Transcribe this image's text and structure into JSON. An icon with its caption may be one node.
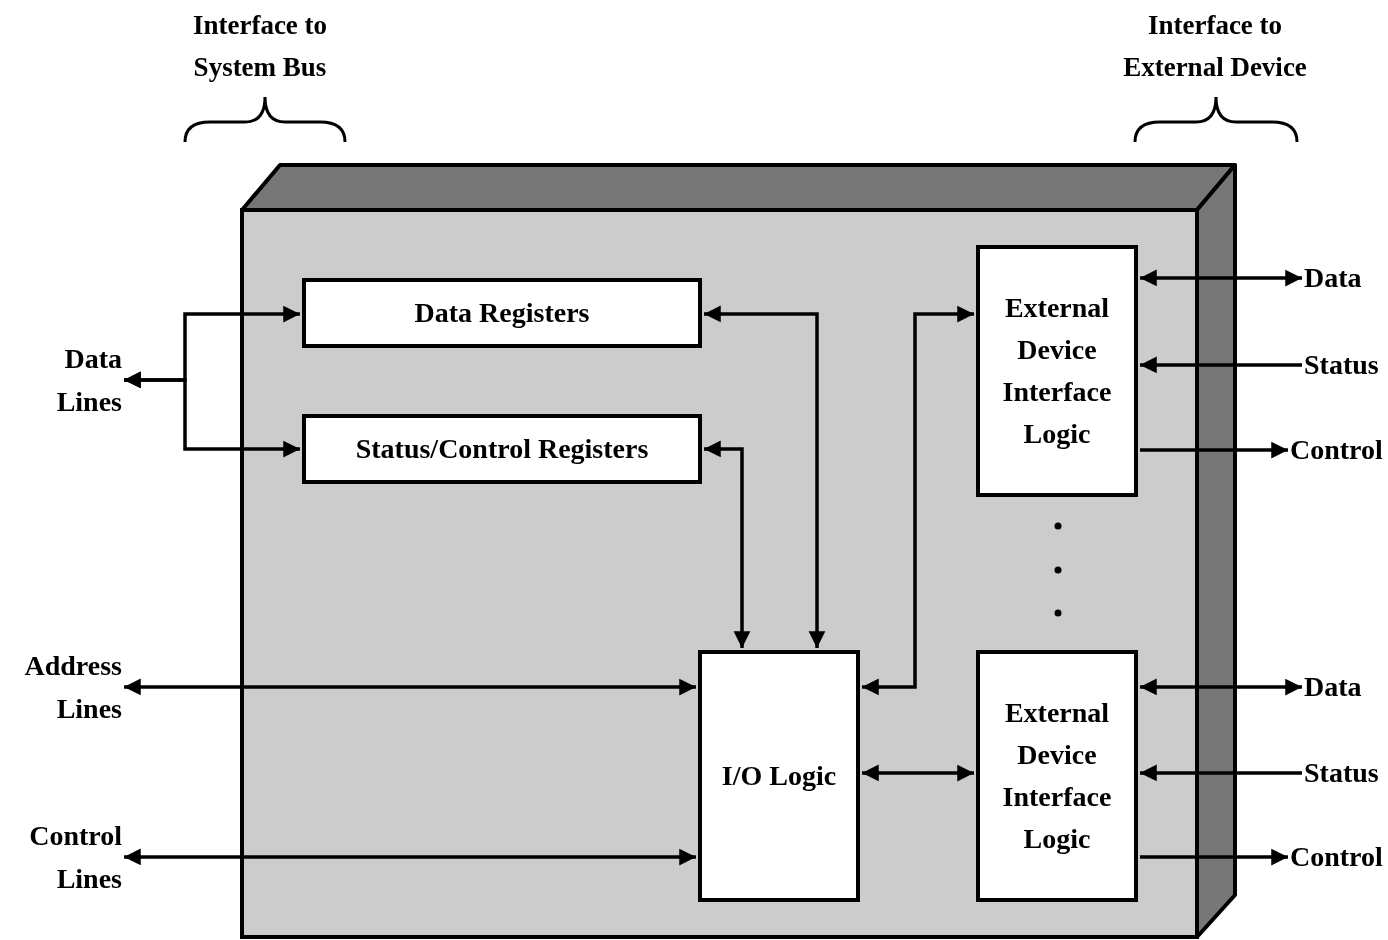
{
  "diagram": {
    "nodes": [
      {
        "text": [],
        "shape": "box"
      },
      {
        "text": [
          "Data Registers"
        ],
        "in": 0
      },
      {
        "text": [
          "Status/Control Registers"
        ],
        "in": 0
      },
      {
        "text": [
          "I/O Logic"
        ],
        "in": 0
      },
      {
        "text": [
          "External Device Interface Logic"
        ],
        "in": 0
      },
      {
        "text": [
          "External Device Interface Logic"
        ],
        "in": 0
      },
      {
        "text": [
          "Data Lines"
        ]
      },
      {
        "text": [
          "Address Lines"
        ]
      },
      {
        "text": [
          "Control Lines"
        ]
      },
      {
        "text": [
          "Data"
        ]
      },
      {
        "text": [
          "Status"
        ]
      },
      {
        "text": [
          "Control"
        ]
      },
      {
        "text": [
          "Data"
        ]
      },
      {
        "text": [
          "Status"
        ]
      },
      {
        "text": [
          "Control"
        ]
      }
    ],
    "edges": [
      {
        "from": 6,
        "to": 1,
        "arrow": "both"
      },
      {
        "from": 6,
        "to": 2,
        "arrow": "both"
      },
      {
        "from": 7,
        "to": 3,
        "arrow": "both"
      },
      {
        "from": 8,
        "to": 3,
        "arrow": "both"
      },
      {
        "from": 1,
        "to": 3,
        "arrow": "both"
      },
      {
        "from": 2,
        "to": 3,
        "arrow": "both"
      },
      {
        "from": 3,
        "to": 4,
        "arrow": "both"
      },
      {
        "from": 3,
        "to": 5,
        "arrow": "both"
      },
      {
        "from": 4,
        "to": 9,
        "arrow": "both"
      },
      {
        "from": 10,
        "to": 4,
        "arrow": "to"
      },
      {
        "from": 4,
        "to": 11,
        "arrow": "to"
      },
      {
        "from": 5,
        "to": 12,
        "arrow": "both"
      },
      {
        "from": 13,
        "to": 5,
        "arrow": "to"
      },
      {
        "from": 5,
        "to": 14,
        "arrow": "to"
      }
    ],
    "labels": [
      "Interface to System Bus",
      "Interface to External Device"
    ]
  }
}
